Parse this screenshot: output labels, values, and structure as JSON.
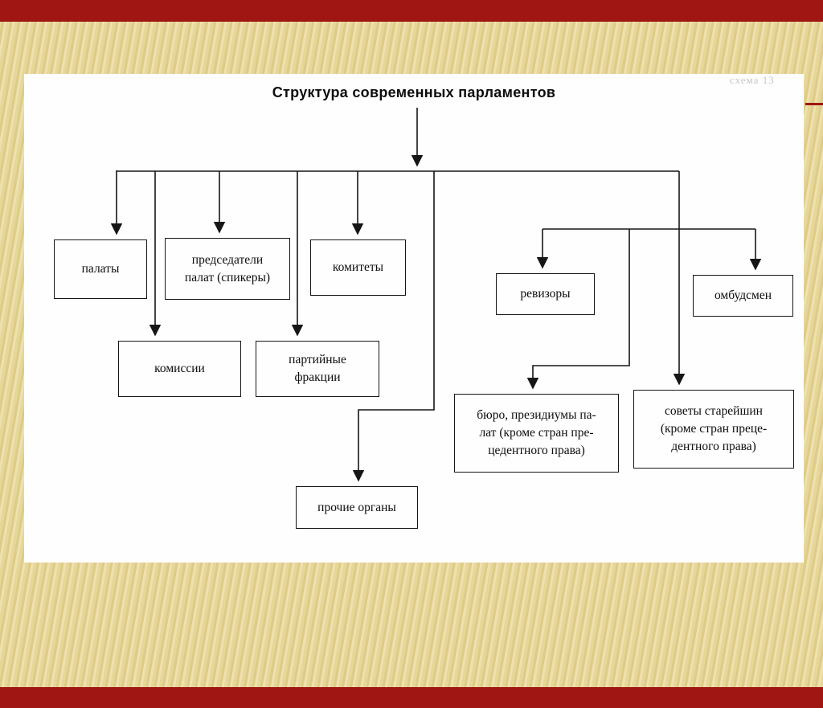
{
  "title": "Структура современных парламентов",
  "corner_note": "схема 13",
  "colors": {
    "bar_red": "#a01613",
    "line": "#161616",
    "panel": "#fefefe",
    "background": "#e7d89c"
  },
  "nodes": {
    "chambers": {
      "label": "палаты"
    },
    "speakers": {
      "label": "председатели\nпалат (спикеры)"
    },
    "committees": {
      "label": "комитеты"
    },
    "commissions": {
      "label": "комиссии"
    },
    "party_factions": {
      "label": "партийные\nфракции"
    },
    "other_bodies": {
      "label": "прочие органы"
    },
    "auditors": {
      "label": "ревизоры"
    },
    "ombudsman": {
      "label": "омбудсмен"
    },
    "bureaus": {
      "label": "бюро, президиумы па-\nлат (кроме стран пре-\nцедентного права)"
    },
    "elders_councils": {
      "label": "советы старейшин\n(кроме стран преце-\nдентного права)"
    }
  }
}
